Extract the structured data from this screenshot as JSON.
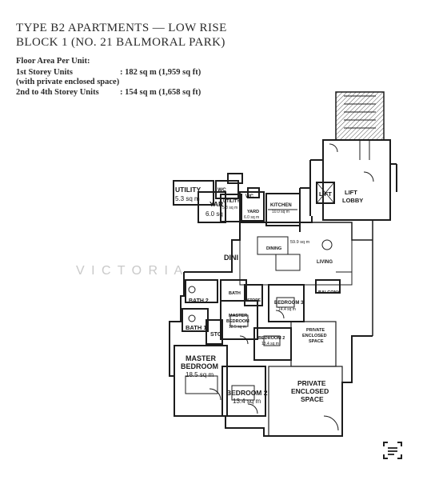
{
  "header": {
    "title_line1": "TYPE B2 APARTMENTS — LOW RISE",
    "title_line2": "BLOCK 1 (NO. 21 BALMORAL PARK)"
  },
  "area_info": {
    "heading": "Floor Area Per Unit:",
    "row1_label": "1st Storey Units",
    "row1_value": ": 182 sq m (1,959 sq ft)",
    "row1_note": "(with private enclosed space)",
    "row2_label": "2nd to 4th Storey Units",
    "row2_value": ": 154 sq m (1,658 sq ft)"
  },
  "watermark": "V I C T O R I A",
  "rooms": {
    "utility_big": "UTILITY",
    "utility_big_area": "5.3 sq m",
    "yard_big": "YAR",
    "yard_big_area": "6.0 sq",
    "wc_left": "WC",
    "utility_small": "UTILITY",
    "utility_small_area": "5.3 sq m",
    "wc_right": "WC",
    "yard_small": "YARD",
    "yard_small_area": "6.0 sq m",
    "kitchen": "KITCHEN",
    "kitchen_area": "10.0 sq m",
    "lift": "LIFT",
    "lift_lobby_1": "LIFT",
    "lift_lobby_2": "LOBBY",
    "dining": "DINING",
    "living_area": "59.9 sq m",
    "living": "LIVING",
    "dining_big": "DINI",
    "balcony": "BALCONY",
    "bath2_big": "BATH 2",
    "bath_small": "BATH",
    "store_small": "STORE",
    "master_small_1": "MASTER",
    "master_small_2": "BEDROOM",
    "master_small_area": "18.5 sq m",
    "bedroom3": "BEDROOM 3",
    "bedroom3_area": "14.4 sq m",
    "bath1_big": "BATH 1",
    "store_big": "STO",
    "bedroom2_small": "BEDROOM 2",
    "bedroom2_small_area": "13.4 sq m",
    "pes_small_1": "PRIVATE",
    "pes_small_2": "ENCLOSED",
    "pes_small_3": "SPACE",
    "master_big_1": "MASTER",
    "master_big_2": "BEDROOM",
    "master_big_area": "18.5 sq m",
    "bedroom2_big": "BEDROOM 2",
    "bedroom2_big_area": "13.4 sq m",
    "pes_big_1": "PRIVATE",
    "pes_big_2": "ENCLOSED",
    "pes_big_3": "SPACE"
  },
  "colors": {
    "wall": "#1c1c1c",
    "hatch": "#555555",
    "background": "#ffffff",
    "watermark": "#c9c9c9"
  },
  "icons": {
    "scan": "scan-text-icon"
  }
}
